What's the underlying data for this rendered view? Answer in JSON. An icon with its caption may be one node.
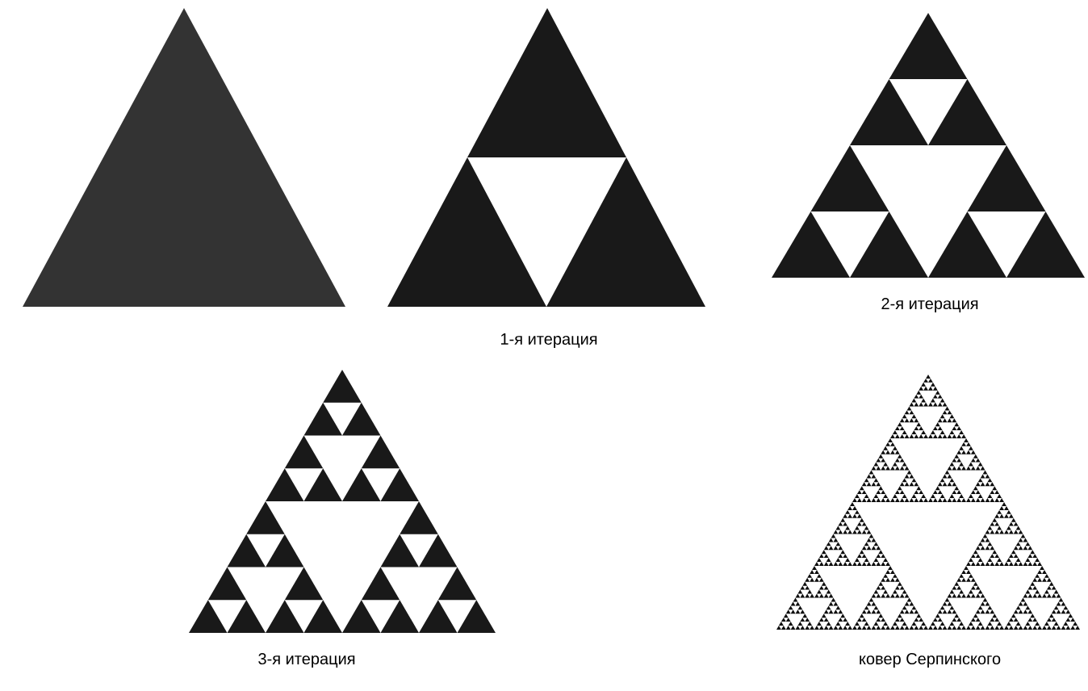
{
  "diagram": {
    "labels": [
      "1-я итерация",
      "2-я итерация",
      "3-я итерация",
      "ковер Серпинского"
    ]
  }
}
